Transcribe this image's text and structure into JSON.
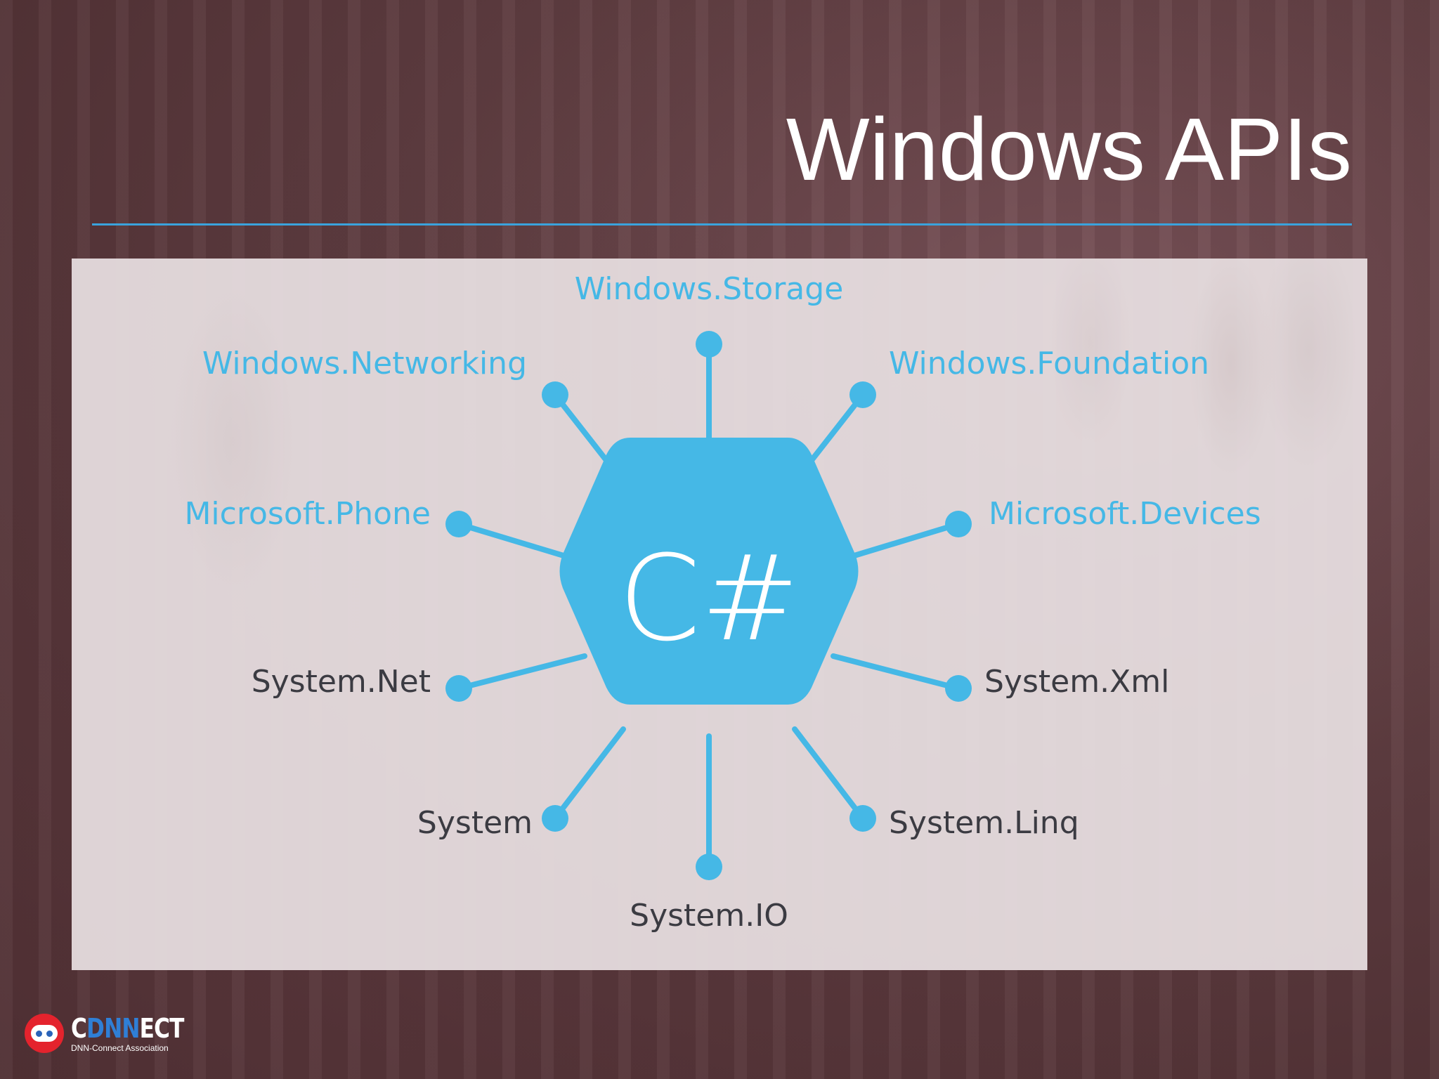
{
  "slide": {
    "title": "Windows APIs"
  },
  "diagram": {
    "center_label": "C#",
    "namespaces": [
      {
        "label": "Windows.Storage",
        "color": "#45b8e6"
      },
      {
        "label": "Windows.Networking",
        "color": "#45b8e6"
      },
      {
        "label": "Windows.Foundation",
        "color": "#45b8e6"
      },
      {
        "label": "Microsoft.Phone",
        "color": "#45b8e6"
      },
      {
        "label": "Microsoft.Devices",
        "color": "#45b8e6"
      },
      {
        "label": "System.Net",
        "color": "#3b3b42"
      },
      {
        "label": "System.Xml",
        "color": "#3b3b42"
      },
      {
        "label": "System",
        "color": "#3b3b42"
      },
      {
        "label": "System.Linq",
        "color": "#3b3b42"
      },
      {
        "label": "System.IO",
        "color": "#3b3b42"
      }
    ],
    "hub_color": "#45b8e6"
  },
  "logo": {
    "word_start": "C",
    "word_highlight": "DNN",
    "word_end": "ECT",
    "tagline": "DNN-Connect Association",
    "colors": {
      "badge": "#e4232d",
      "highlight": "#2f7fd6"
    }
  },
  "colors": {
    "accent_rule": "#3aa3dd",
    "background": "#5e3c40"
  }
}
